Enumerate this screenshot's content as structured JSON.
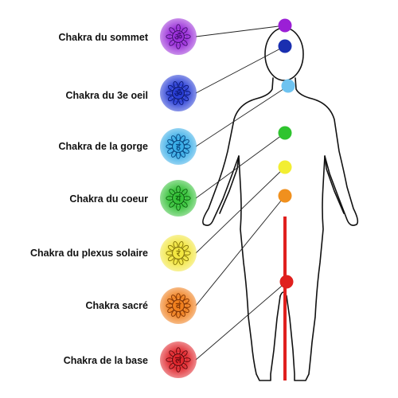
{
  "chakras": [
    {
      "label": "Chakra du sommet",
      "color": "#9b30d9",
      "dark": "#4b0f7a",
      "symbol": "ॐ"
    },
    {
      "label": "Chakra du 3e oeil",
      "color": "#2a3fd6",
      "dark": "#0d1a7a",
      "symbol": "ॐ"
    },
    {
      "label": "Chakra de la gorge",
      "color": "#3aaee8",
      "dark": "#0a4f8a",
      "symbol": "हं"
    },
    {
      "label": "Chakra du coeur",
      "color": "#37c23a",
      "dark": "#0f6a12",
      "symbol": "यं"
    },
    {
      "label": "Chakra du plexus solaire",
      "color": "#f2e640",
      "dark": "#8a7a0a",
      "symbol": "रं"
    },
    {
      "label": "Chakra sacré",
      "color": "#f0801e",
      "dark": "#8a3a06",
      "symbol": "वं"
    },
    {
      "label": "Chakra de la base",
      "color": "#e0282e",
      "dark": "#6a0a0e",
      "symbol": "लं"
    }
  ],
  "body_dots": [
    {
      "color": "#9b1fd6"
    },
    {
      "color": "#1a2fb0"
    },
    {
      "color": "#6ec3f0"
    },
    {
      "color": "#2ec42e"
    },
    {
      "color": "#f2ee32"
    },
    {
      "color": "#f0901e"
    },
    {
      "color": "#e0201e"
    }
  ],
  "spine_color": "#e0201e"
}
